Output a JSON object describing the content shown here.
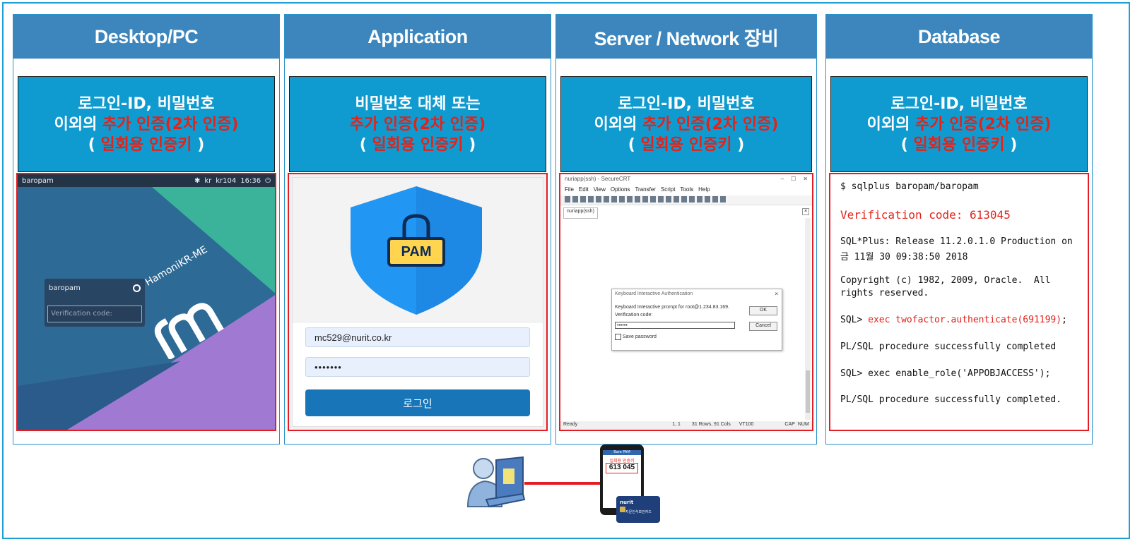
{
  "columns": [
    {
      "header": "Desktop/PC",
      "desc": {
        "l1": "로그인-ID, 비밀번호",
        "l2a": "이외의 ",
        "l2b": "추가 인증(2차 인증)",
        "l3a": "( ",
        "l3b": "일회용 인증키",
        "l3c": " )"
      }
    },
    {
      "header": "Application",
      "desc": {
        "l1": "비밀번호 대체 또는",
        "l2a": "",
        "l2b": "추가 인증(2차 인증)",
        "l3a": "( ",
        "l3b": "일회용 인증키",
        "l3c": " )"
      }
    },
    {
      "header": "Server / Network 장비",
      "desc": {
        "l1": "로그인-ID, 비밀번호",
        "l2a": "이외의 ",
        "l2b": "추가 인증(2차 인증)",
        "l3a": "( ",
        "l3b": "일회용 인증키",
        "l3c": " )"
      }
    },
    {
      "header": "Database",
      "desc": {
        "l1": "로그인-ID, 비밀번호",
        "l2a": "이외의 ",
        "l2b": "추가 인증(2차 인증)",
        "l3a": "( ",
        "l3b": "일회용 인증키",
        "l3c": " )"
      }
    }
  ],
  "desktop": {
    "topbar_user": "baropam",
    "topbar_right": [
      "kr",
      "kr104",
      "16:36"
    ],
    "login_user": "baropam",
    "verification_placeholder": "Verification code:",
    "brand": "HamoniKR-ME",
    "logo_text": "hm"
  },
  "application": {
    "logo_label": "PAM",
    "email": "mc529@nurit.co.kr",
    "password": "•••••••",
    "login_button": "로그인"
  },
  "securecrt": {
    "title": "nuriapp(ssh) - SecureCRT",
    "menu": [
      "File",
      "Edit",
      "View",
      "Options",
      "Transfer",
      "Script",
      "Tools",
      "Help"
    ],
    "tab": "nuriapp(ssh)",
    "dialog_title": "Keyboard Interactive Authentication",
    "dialog_prompt": "Keyboard Interactive prompt for root@1.234.83.169.",
    "dialog_label": "Verification code:",
    "dialog_input": "••••••",
    "save_password": "Save password",
    "ok": "OK",
    "cancel": "Cancel",
    "status": [
      "Ready",
      "1,   1",
      "31 Rows, 91 Cols",
      "VT100",
      "CAP",
      "NUM"
    ]
  },
  "database": {
    "lines": [
      "$ sqlplus baropam/baropam",
      "Verification code: 613045",
      "SQL*Plus: Release 11.2.0.1.0 Production on",
      "금 11월 30 09:38:50 2018",
      "Copyright (c) 1982, 2009, Oracle.  All",
      "rights reserved.",
      "SQL> ",
      "exec twofactor.authenticate(691199)",
      ";",
      "PL/SQL procedure successfully completed",
      "SQL> exec enable_role('APPOBJACCESS');",
      "PL/SQL procedure successfully completed."
    ]
  },
  "otp": {
    "phone_title": "Baro PAM",
    "phone_label": "일회용 인증키",
    "phone_code": "613 045",
    "card_brand": "nurit",
    "card_sub": "지문인식보안카드"
  },
  "colors": {
    "header_bg": "#3c86bd",
    "desc_bg": "#0f9bd0",
    "highlight_red": "#e2231a",
    "frame_border": "#1ea0d6"
  }
}
